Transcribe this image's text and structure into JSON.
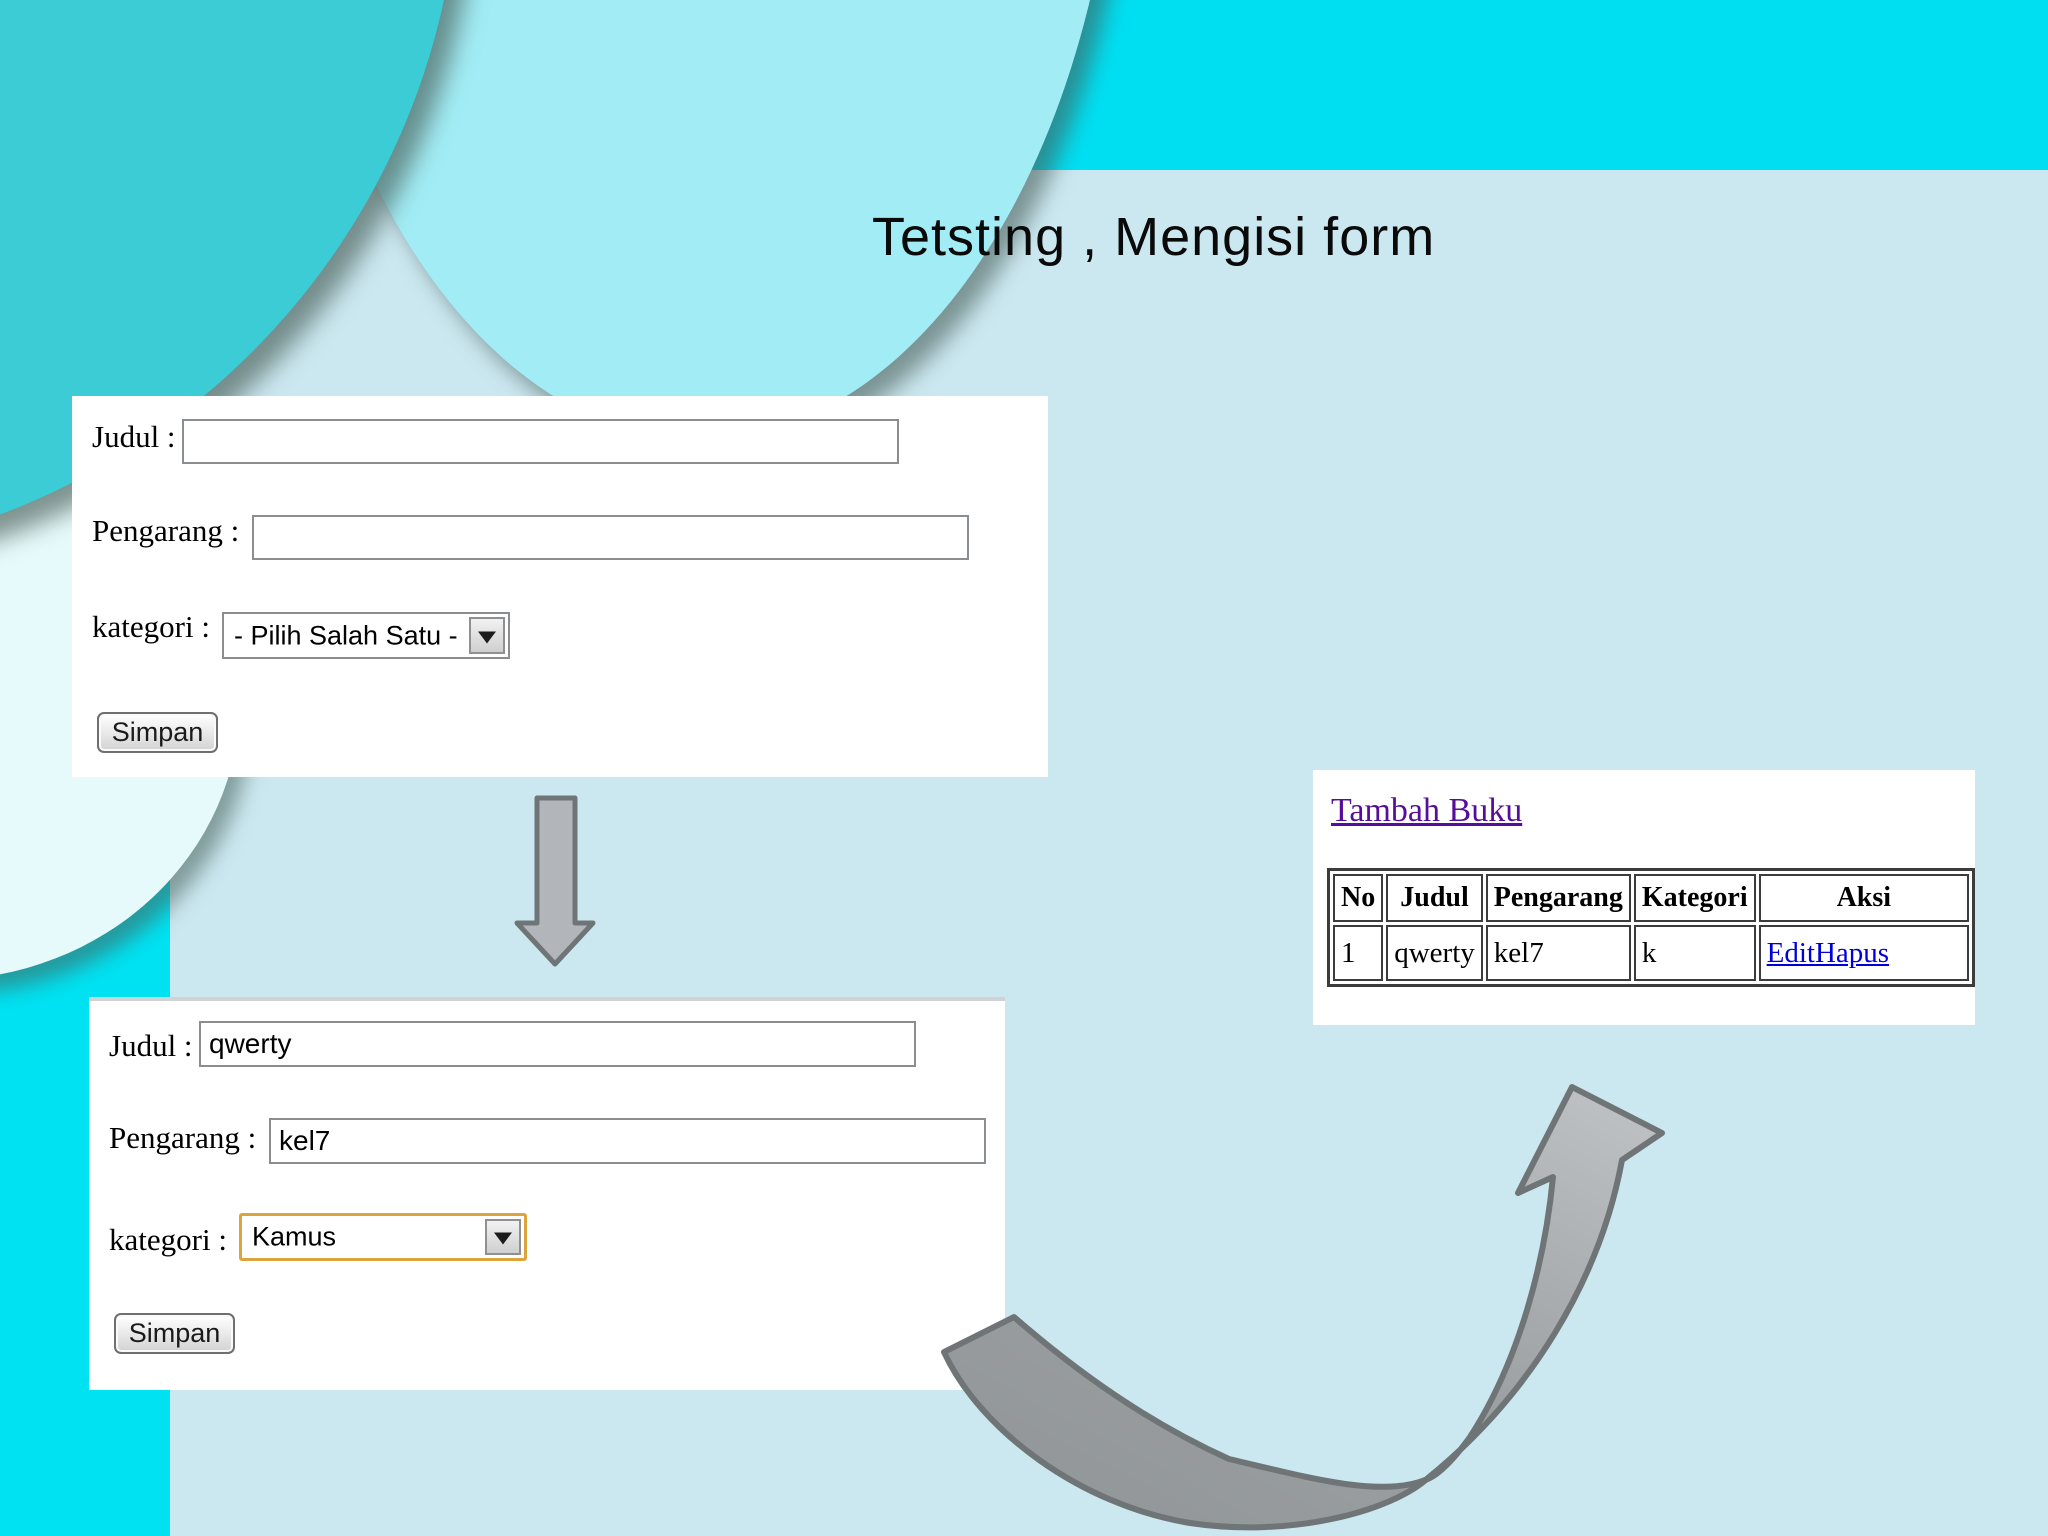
{
  "slide": {
    "title": "Tetsting , Mengisi form"
  },
  "colors": {
    "band": "#00dff2",
    "strip": "#00e2f2",
    "bg": "#cbe8f0",
    "teal": "#3bccd5",
    "light-circle": "#a2edf5",
    "pale-circle": "#e6fafb",
    "panel": "#ffffff",
    "text": "#0a0a0a",
    "border-gray": "#8a8e90",
    "select-focus": "#dba43c",
    "btn-border": "#6f6f6f",
    "link-blue": "#0000dd",
    "link-purple": "#560d9b",
    "arrow-fill": "#b2b6ba",
    "arrow-fill-dark": "#8f9496",
    "arrow-stroke": "#6f7577",
    "table-border": "#3c3c3c"
  },
  "form_empty": {
    "judul_label": "Judul :",
    "judul_value": "",
    "pengarang_label": "Pengarang :",
    "pengarang_value": "",
    "kategori_label": "kategori :",
    "kategori_value": "- Pilih Salah Satu -",
    "submit_label": "Simpan"
  },
  "form_filled": {
    "judul_label": "Judul :",
    "judul_value": "qwerty",
    "pengarang_label": "Pengarang :",
    "pengarang_value": "kel7",
    "kategori_label": "kategori :",
    "kategori_value": "Kamus",
    "submit_label": "Simpan"
  },
  "result_panel": {
    "add_link": "Tambah Buku",
    "table": {
      "headers": [
        "No",
        "Judul",
        "Pengarang",
        "Kategori",
        "Aksi"
      ],
      "row": {
        "no": "1",
        "judul": "qwerty",
        "pengarang": "kel7",
        "kategori": "k"
      },
      "actions": {
        "edit": "Edit",
        "hapus": "Hapus"
      }
    }
  }
}
